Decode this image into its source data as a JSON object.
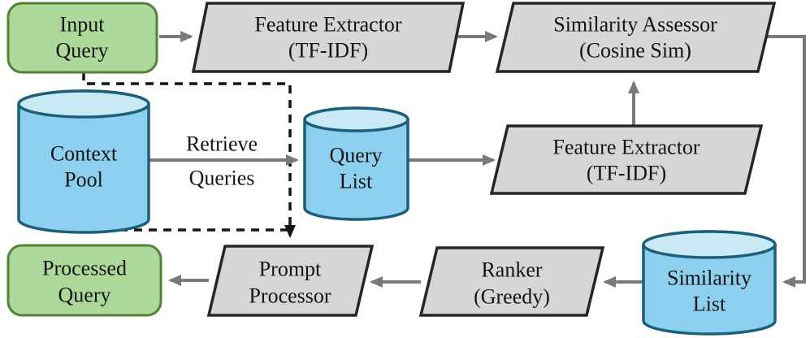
{
  "diagram": {
    "kind": "flowchart",
    "background": "#ffffff",
    "colors": {
      "terminal_fill": "#ACD99A",
      "terminal_border": "#538135",
      "process_fill": "#D6D6D6",
      "process_border": "#262626",
      "database_body_fill": "#8CCFEE",
      "database_top_fill": "#C9E9F7",
      "database_border": "#1C5F78",
      "arrow_gray": "#7A7A7A",
      "dashed_black": "#141414",
      "text": "#141414"
    },
    "nodes": {
      "input_query": {
        "shape": "rounded-rect",
        "line1": "Input",
        "line2": "Query"
      },
      "feature_extractor_1": {
        "shape": "parallelogram",
        "line1": "Feature Extractor",
        "line2": "(TF-IDF)"
      },
      "similarity_assessor": {
        "shape": "parallelogram",
        "line1": "Similarity Assessor",
        "line2": "(Cosine Sim)"
      },
      "context_pool": {
        "shape": "cylinder",
        "line1": "Context",
        "line2": "Pool"
      },
      "query_list": {
        "shape": "cylinder",
        "line1": "Query",
        "line2": "List"
      },
      "feature_extractor_2": {
        "shape": "parallelogram",
        "line1": "Feature Extractor",
        "line2": "(TF-IDF)"
      },
      "processed_query": {
        "shape": "rounded-rect",
        "line1": "Processed",
        "line2": "Query"
      },
      "prompt_processor": {
        "shape": "parallelogram",
        "line1": "Prompt",
        "line2": "Processor"
      },
      "ranker": {
        "shape": "parallelogram",
        "line1": "Ranker",
        "line2": "(Greedy)"
      },
      "similarity_list": {
        "shape": "cylinder",
        "line1": "Similarity",
        "line2": "List"
      }
    },
    "edge_labels": {
      "retrieve_queries": {
        "line1": "Retrieve",
        "line2": "Queries"
      }
    },
    "edges": [
      {
        "from": "input-query",
        "to": "feature-extractor-1",
        "style": "solid"
      },
      {
        "from": "feature-extractor-1",
        "to": "similarity-assessor",
        "style": "solid"
      },
      {
        "from": "context-pool",
        "to": "query-list",
        "style": "solid",
        "label": "Retrieve Queries"
      },
      {
        "from": "query-list",
        "to": "feature-extractor-2",
        "style": "solid"
      },
      {
        "from": "feature-extractor-2",
        "to": "similarity-assessor",
        "style": "solid"
      },
      {
        "from": "similarity-assessor",
        "to": "similarity-list",
        "style": "solid"
      },
      {
        "from": "similarity-list",
        "to": "ranker",
        "style": "solid"
      },
      {
        "from": "ranker",
        "to": "prompt-processor",
        "style": "solid"
      },
      {
        "from": "prompt-processor",
        "to": "processed-query",
        "style": "solid"
      },
      {
        "from": "input-query",
        "to": "prompt-processor",
        "style": "dashed"
      },
      {
        "from": "context-pool",
        "to": "prompt-processor",
        "style": "dashed"
      }
    ]
  }
}
